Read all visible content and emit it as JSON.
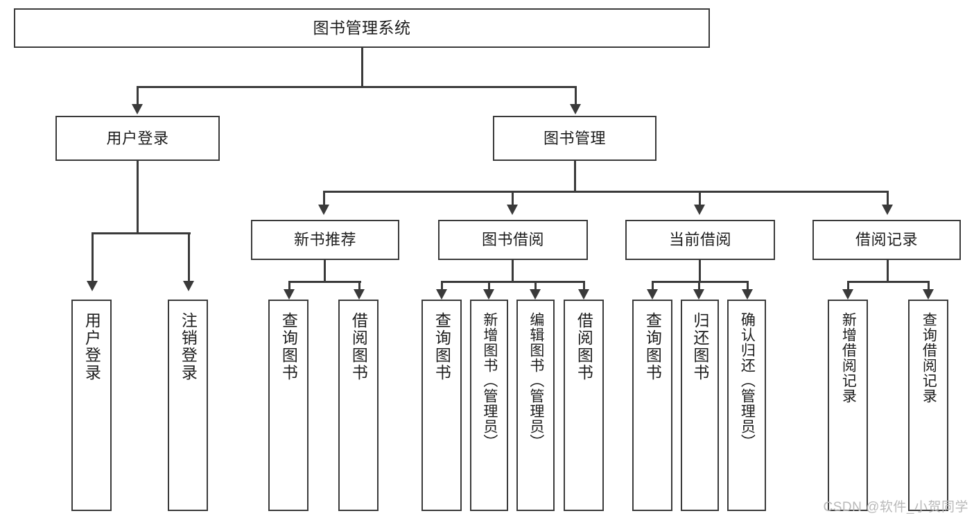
{
  "diagram": {
    "type": "tree-hierarchy",
    "title": "图书管理系统",
    "watermark": "CSDN @软件_小贺同学",
    "colors": {
      "stroke": "#3a3a3a",
      "fill": "#ffffff",
      "text": "#1c1c1c",
      "watermark": "#b9b9b9"
    },
    "levels": {
      "level1": [
        {
          "id": "root",
          "label": "图书管理系统"
        }
      ],
      "level2": [
        {
          "id": "user-login",
          "label": "用户登录"
        },
        {
          "id": "book-manage",
          "label": "图书管理"
        }
      ],
      "level3": [
        {
          "id": "new-book-rec",
          "label": "新书推荐"
        },
        {
          "id": "book-borrow",
          "label": "图书借阅"
        },
        {
          "id": "current-borrow",
          "label": "当前借阅"
        },
        {
          "id": "borrow-record",
          "label": "借阅记录"
        }
      ],
      "leaves": [
        {
          "id": "leaf-user-login",
          "label": "用户登录",
          "parent": "user-login"
        },
        {
          "id": "leaf-logout-login",
          "label": "注销登录",
          "parent": "user-login"
        },
        {
          "id": "leaf-query-book-1",
          "label": "查询图书",
          "parent": "new-book-rec"
        },
        {
          "id": "leaf-borrow-book-1",
          "label": "借阅图书",
          "parent": "new-book-rec"
        },
        {
          "id": "leaf-query-book-2",
          "label": "查询图书",
          "parent": "book-borrow"
        },
        {
          "id": "leaf-add-book",
          "label": "新增图书（管理员）",
          "parent": "book-borrow"
        },
        {
          "id": "leaf-edit-book",
          "label": "编辑图书（管理员）",
          "parent": "book-borrow"
        },
        {
          "id": "leaf-borrow-book-2",
          "label": "借阅图书",
          "parent": "book-borrow"
        },
        {
          "id": "leaf-query-book-3",
          "label": "查询图书",
          "parent": "current-borrow"
        },
        {
          "id": "leaf-return-book",
          "label": "归还图书",
          "parent": "current-borrow"
        },
        {
          "id": "leaf-confirm-return",
          "label": "确认归还（管理员）",
          "parent": "current-borrow"
        },
        {
          "id": "leaf-add-record",
          "label": "新增借阅记录",
          "parent": "borrow-record"
        },
        {
          "id": "leaf-query-record",
          "label": "查询借阅记录",
          "parent": "borrow-record"
        }
      ]
    }
  }
}
